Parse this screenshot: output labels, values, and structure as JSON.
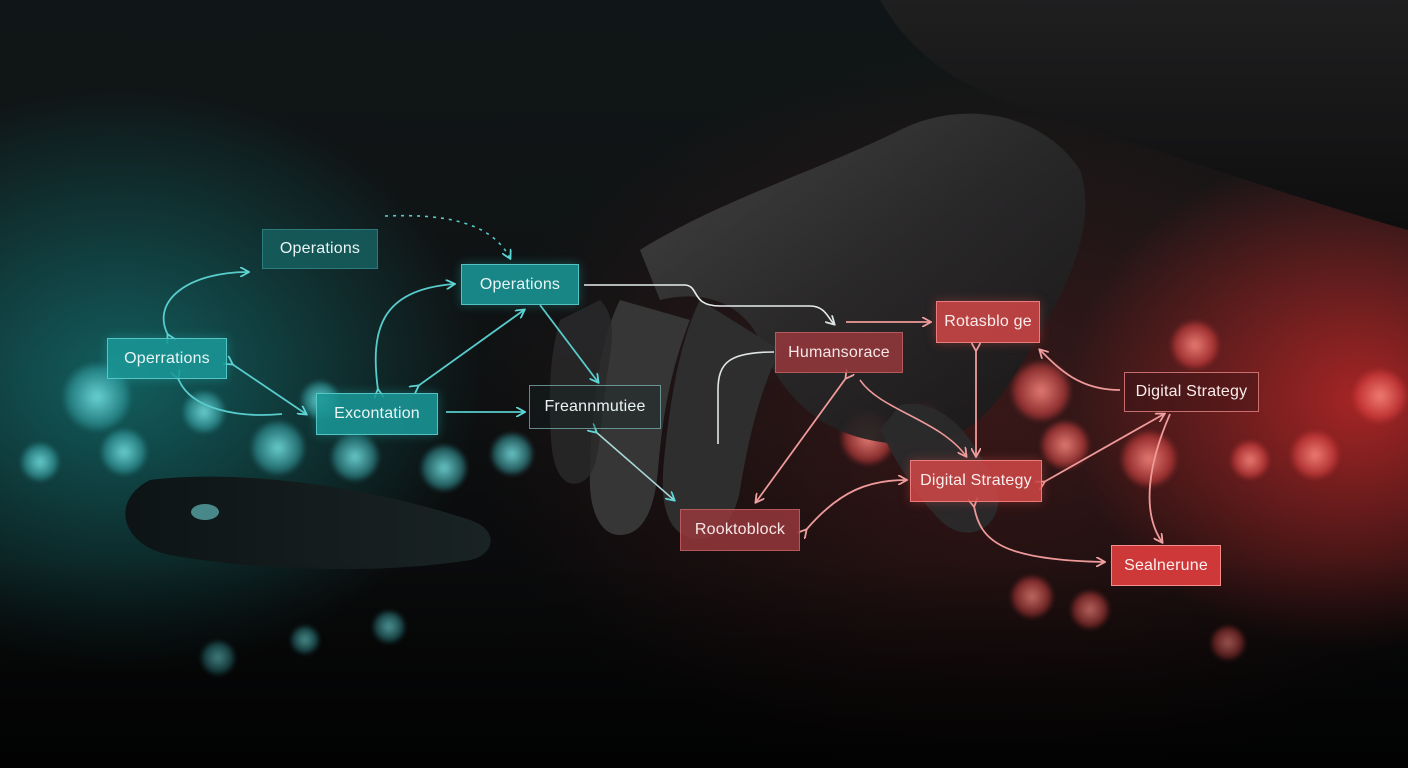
{
  "diagram": {
    "nodes": [
      {
        "id": "operations-top",
        "label": "Operations"
      },
      {
        "id": "operations-center",
        "label": "Operations"
      },
      {
        "id": "operations-left",
        "label": "Operrations"
      },
      {
        "id": "excecution",
        "label": "Excontation"
      },
      {
        "id": "framework",
        "label": "Freannmutiee"
      },
      {
        "id": "human-resource",
        "label": "Humansorace"
      },
      {
        "id": "rotation-block-top",
        "label": "Rotasblo ge"
      },
      {
        "id": "digital-strategy-right",
        "label": "Digital Strategy"
      },
      {
        "id": "digital-strategy-center",
        "label": "Digital Strategy"
      },
      {
        "id": "roadblock",
        "label": "Rooktoblock"
      },
      {
        "id": "seal-rune",
        "label": "Sealnerune"
      }
    ]
  },
  "colors": {
    "teal_accent": "#1a9696",
    "red_accent": "#cd4646",
    "background": "#0b0d0e"
  }
}
